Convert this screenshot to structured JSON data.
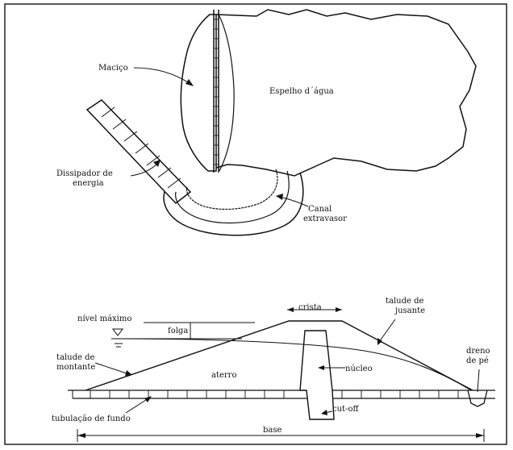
{
  "top_view": {
    "macico": "Maciço",
    "espelho": "Espelho d´água",
    "dissipador_line1": "Dissipador de",
    "dissipador_line2": "energia",
    "canal_line1": "Canal",
    "canal_line2": "extravasor"
  },
  "section_view": {
    "crista": "crista",
    "talude_jusante_line1": "talude de",
    "talude_jusante_line2": "jusante",
    "nivel_maximo": "nível máximo",
    "folga": "folga",
    "talude_montante_line1": "talude de",
    "talude_montante_line2": "montante",
    "aterro": "aterro",
    "nucleo": "núcleo",
    "dreno_line1": "dreno",
    "dreno_line2": "de pé",
    "tubulacao": "tubulação de fundo",
    "cutoff": "cut-off",
    "base": "base"
  }
}
